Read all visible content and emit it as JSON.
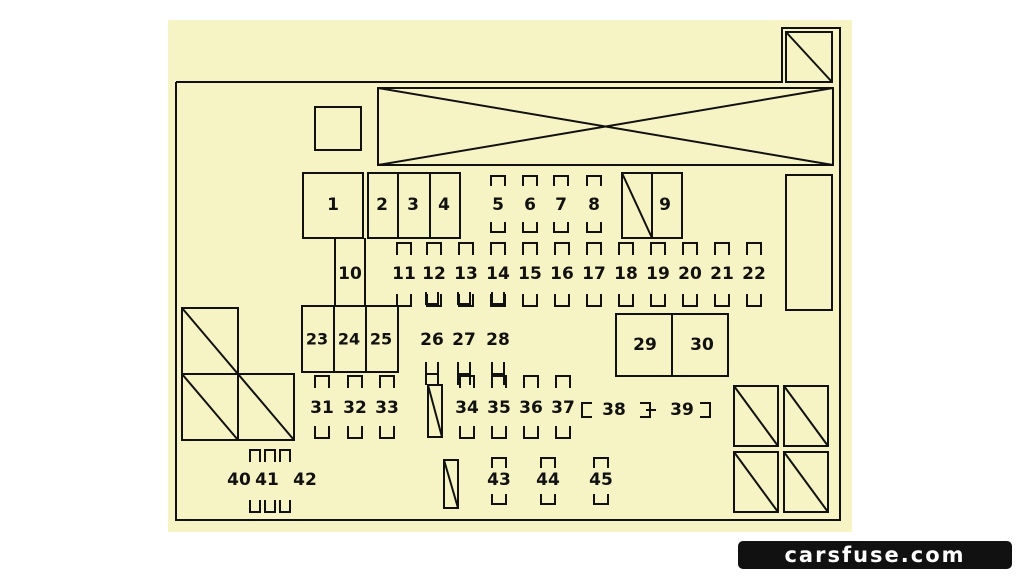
{
  "diagram": {
    "fuse_labels": [
      "1",
      "2",
      "3",
      "4",
      "5",
      "6",
      "7",
      "8",
      "9",
      "10",
      "11",
      "12",
      "13",
      "14",
      "15",
      "16",
      "17",
      "18",
      "19",
      "20",
      "21",
      "22",
      "23",
      "24",
      "25",
      "26",
      "27",
      "28",
      "29",
      "30",
      "31",
      "32",
      "33",
      "34",
      "35",
      "36",
      "37",
      "38",
      "39",
      "40",
      "41",
      "42",
      "43",
      "44",
      "45"
    ]
  },
  "watermark": {
    "text": "carsfuse.com"
  },
  "colors": {
    "background": "#f6f4c4",
    "line": "#111111"
  }
}
